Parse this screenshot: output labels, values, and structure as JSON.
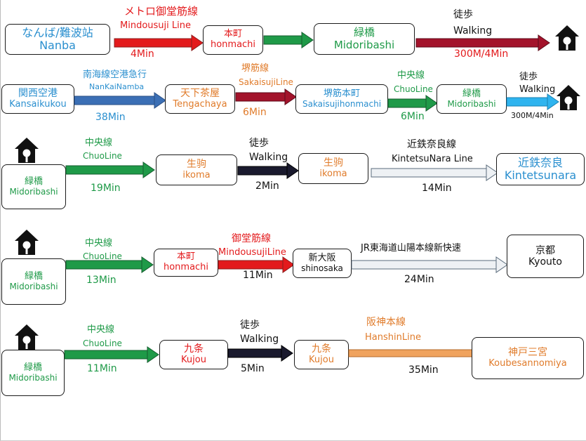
{
  "routes": [
    {
      "stations": [
        {
          "jp": "なんば/難波站",
          "en": "Nanba"
        },
        {
          "jp": "本町",
          "en": "honmachi"
        },
        {
          "jp": "緑橋",
          "en": "Midoribashi"
        }
      ],
      "legs": [
        {
          "line_jp": "メトロ御堂筋線",
          "line_en": "Mindousuji Line",
          "time": "4Min"
        },
        {
          "line_jp": "",
          "line_en": "",
          "time": ""
        },
        {
          "line_jp": "徒歩",
          "line_en": "Walking",
          "time": "300M/4Min"
        }
      ]
    },
    {
      "stations": [
        {
          "jp": "関西空港",
          "en": "Kansaikukou"
        },
        {
          "jp": "天下茶屋",
          "en": "Tengachaya"
        },
        {
          "jp": "堺筋本町",
          "en": "Sakaisujihonmachi"
        },
        {
          "jp": "緑橋",
          "en": "Midoribashi"
        }
      ],
      "legs": [
        {
          "line_jp": "南海線空港急行",
          "line_en": "NanKaiNamba",
          "time": "38Min"
        },
        {
          "line_jp": "堺筋線",
          "line_en": "SakaisujiLine",
          "time": "6Min"
        },
        {
          "line_jp": "中央線",
          "line_en": "ChuoLine",
          "time": "6Min"
        },
        {
          "line_jp": "徒歩",
          "line_en": "Walking",
          "time": "300M/4Min"
        }
      ]
    },
    {
      "stations": [
        {
          "jp": "緑橋",
          "en": "Midoribashi"
        },
        {
          "jp": "生驹",
          "en": "ikoma"
        },
        {
          "jp": "生驹",
          "en": "ikoma"
        },
        {
          "jp": "近鉄奈良",
          "en": "Kintetsunara"
        }
      ],
      "legs": [
        {
          "line_jp": "中央線",
          "line_en": "ChuoLine",
          "time": "19Min"
        },
        {
          "line_jp": "徒歩",
          "line_en": "Walking",
          "time": "2Min"
        },
        {
          "line_jp": "近鉄奈良線",
          "line_en": "KintetsuNara Line",
          "time": "14Min"
        }
      ]
    },
    {
      "stations": [
        {
          "jp": "緑橋",
          "en": "Midoribashi"
        },
        {
          "jp": "本町",
          "en": "honmachi"
        },
        {
          "jp": "新大阪",
          "en": "shinosaka"
        },
        {
          "jp": "京都",
          "en": "Kyouto"
        }
      ],
      "legs": [
        {
          "line_jp": "中央線",
          "line_en": "ChuoLine",
          "time": "13Min"
        },
        {
          "line_jp": "御堂筋線",
          "line_en": "MindousujiLine",
          "time": "11Min"
        },
        {
          "line_jp": "JR東海道山陽本線新快速",
          "line_en": "",
          "time": "24Min"
        }
      ]
    },
    {
      "stations": [
        {
          "jp": "緑橋",
          "en": "Midoribashi"
        },
        {
          "jp": "九条",
          "en": "Kujou"
        },
        {
          "jp": "九条",
          "en": "Kujou"
        },
        {
          "jp": "神戸三宮",
          "en": "Koubesannomiya"
        }
      ],
      "legs": [
        {
          "line_jp": "中央線",
          "line_en": "ChuoLine",
          "time": "11Min"
        },
        {
          "line_jp": "徒歩",
          "line_en": "Walking",
          "time": "5Min"
        },
        {
          "line_jp": "阪神本線",
          "line_en": "HanshinLine",
          "time": "35Min"
        }
      ]
    }
  ],
  "icons": [
    "home-icon"
  ],
  "colors": {
    "metro_red": "#e31a1c",
    "chuo_green": "#1f9a48",
    "nankai_blue": "#2a8fcf",
    "walking_dark": "#1a1a2e",
    "hanshin_orange": "#e07b2a",
    "walk_red_dark": "#a3132b",
    "jr_grey": "#dfe4ea"
  }
}
